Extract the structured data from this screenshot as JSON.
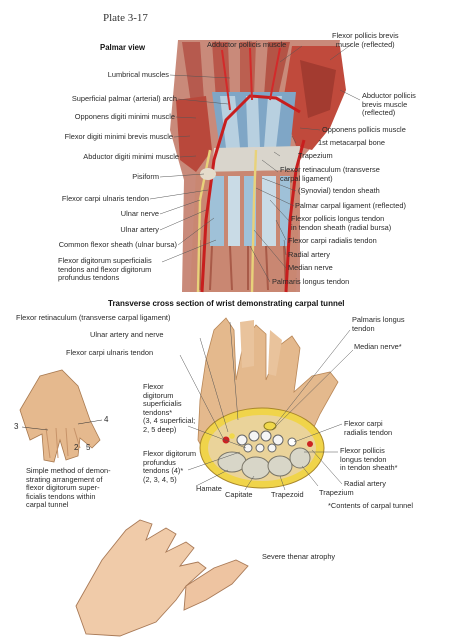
{
  "plate": "Plate 3-17",
  "palmar_view": {
    "title": "Palmar view",
    "labels": {
      "adductor_pollicis": "Adductor pollicis muscle",
      "fpb_reflected": [
        "Flexor pollicis brevis",
        "muscle (reflected)"
      ],
      "lumbrical": "Lumbrical muscles",
      "superficial_arch": "Superficial palmar (arterial) arch",
      "opponens_dm": "Opponens digiti minimi muscle",
      "fdm_brevis": "Flexor digiti minimi brevis muscle",
      "abductor_dm": "Abductor digiti minimi muscle",
      "pisiform": "Pisiform",
      "fcu_tendon": "Flexor carpi ulnaris tendon",
      "ulnar_nerve": "Ulnar nerve",
      "ulnar_artery": "Ulnar artery",
      "common_flexor_sheath": "Common flexor sheath (ulnar bursa)",
      "fds_fdp": [
        "Flexor digitorum superficialis",
        "tendons and flexor digitorum",
        "profundus tendons"
      ],
      "abd_poll_brevis": [
        "Abductor pollicis",
        "brevis muscle",
        "(reflected)"
      ],
      "opponens_pollicis": "Opponens pollicis muscle",
      "first_metacarpal": "1st metacarpal bone",
      "trapezium": "Trapezium",
      "flexor_retinaculum": [
        "Flexor retinaculum (transverse",
        "carpal ligament)"
      ],
      "synovial_sheath": "(Synovial) tendon sheath",
      "palmar_carpal_lig": "Palmar carpal ligament (reflected)",
      "fpl_tendon": [
        "Flexor pollicis longus tendon",
        "in tendon sheath (radial bursa)"
      ],
      "fcr_tendon": "Flexor carpi radialis tendon",
      "radial_artery": "Radial artery",
      "median_nerve": "Median nerve",
      "palmaris_longus": "Palmaris longus tendon"
    }
  },
  "cross_section": {
    "title": "Transverse cross section of wrist demonstrating carpal tunnel",
    "labels": {
      "flexor_retinaculum": "Flexor retinaculum (transverse carpal ligament)",
      "ulnar_artery_nerve": "Ulnar artery and nerve",
      "fcu_tendon": "Flexor carpi ulnaris tendon",
      "palmaris_longus": [
        "Palmaris longus",
        "tendon"
      ],
      "median_nerve": "Median nerve*",
      "fds": [
        "Flexor",
        "digitorum",
        "superficialis",
        "tendons*",
        "(3, 4 superficial;",
        "2, 5 deep)"
      ],
      "fdp": [
        "Flexor digitorum",
        "profundus",
        "tendons (4)*",
        "(2, 3, 4, 5)"
      ],
      "fcr": [
        "Flexor carpi",
        "radialis tendon"
      ],
      "fpl": [
        "Flexor pollicis",
        "longus tendon",
        "in tendon sheath*"
      ],
      "radial_artery": "Radial artery",
      "hamate": "Hamate",
      "capitate": "Capitate",
      "trapezoid": "Trapezoid",
      "trapezium": "Trapezium",
      "contents_note": "*Contents of carpal tunnel"
    }
  },
  "small_hand": {
    "numbers": [
      "3",
      "4",
      "2",
      "5"
    ],
    "caption": [
      "Simple method of demon-",
      "strating arrangement of",
      "flexor digitorum super-",
      "ficialis tendons within",
      "carpal tunnel"
    ]
  },
  "atrophy_caption": "Severe thenar atrophy"
}
